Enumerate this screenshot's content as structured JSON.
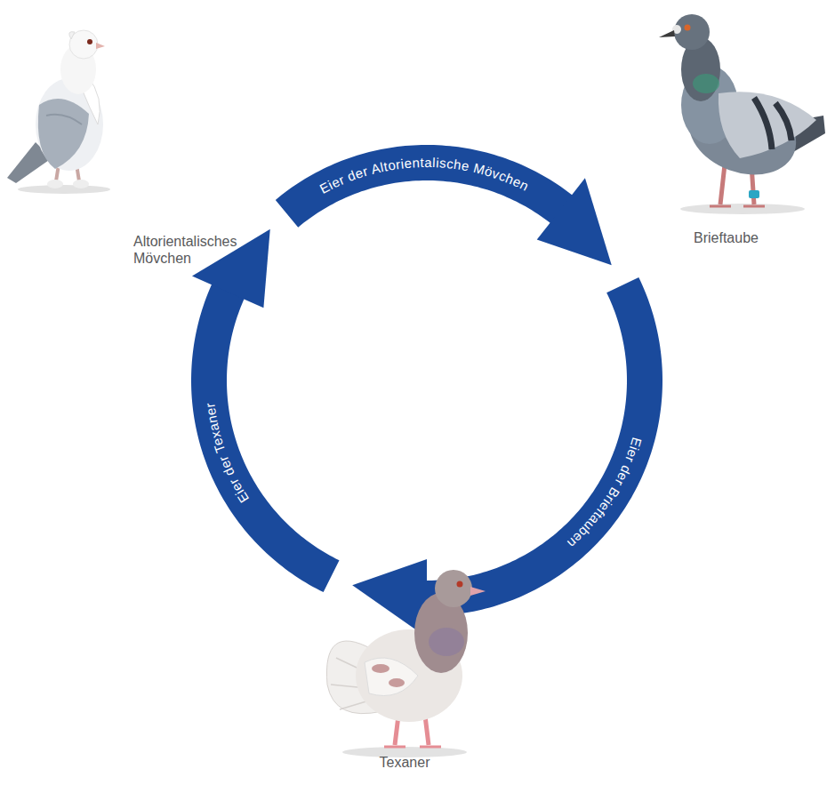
{
  "diagram": {
    "nodes": [
      {
        "text": [
          "Altorientalisches Mövchen"
        ]
      },
      {
        "text": [
          "Brieftaube"
        ]
      },
      {
        "text": [
          "Texaner"
        ]
      }
    ],
    "edges": [
      {
        "from": 0,
        "to": 1,
        "arrow": "to",
        "label": "Eier der Altorientalische Mövchen"
      },
      {
        "from": 1,
        "to": 2,
        "arrow": "to",
        "label": "Eier der Brieftauben"
      },
      {
        "from": 2,
        "to": 0,
        "arrow": "to",
        "label": "Eier der Texaner"
      }
    ]
  }
}
